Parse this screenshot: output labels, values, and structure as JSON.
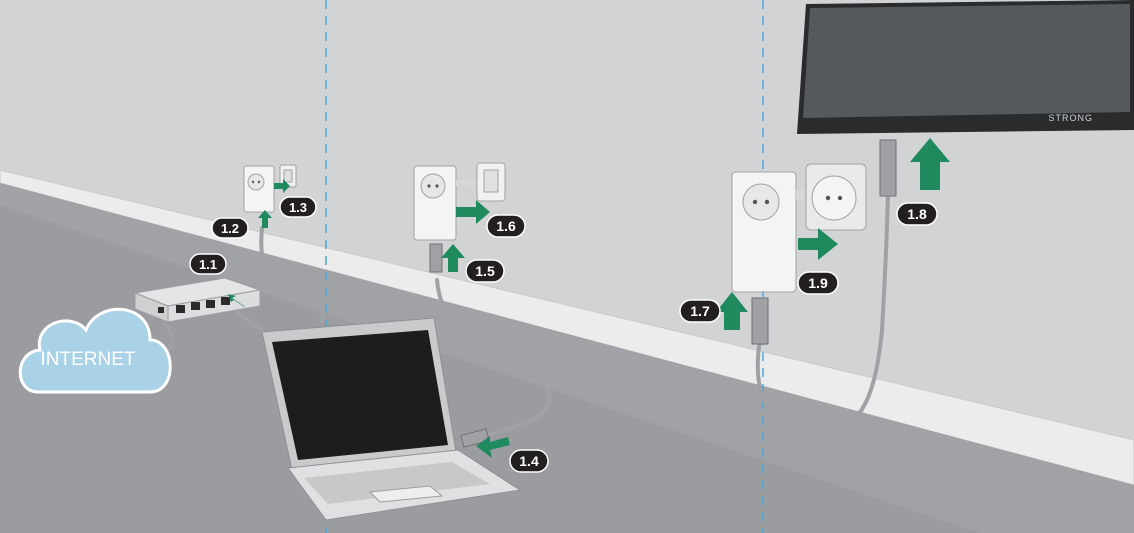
{
  "cloud": {
    "label": "INTERNET"
  },
  "tv": {
    "brand": "STRONG"
  },
  "steps": {
    "s1_1": "1.1",
    "s1_2": "1.2",
    "s1_3": "1.3",
    "s1_4": "1.4",
    "s1_5": "1.5",
    "s1_6": "1.6",
    "s1_7": "1.7",
    "s1_8": "1.8",
    "s1_9": "1.9"
  },
  "colors": {
    "arrow": "#1e8a5e",
    "badge": "#231f20",
    "divider": "#4aa8dc",
    "cloud": "#a9d2e6",
    "wall": "#d2d3d5",
    "floor": "#9a9c9f",
    "skirting": "#ececed"
  }
}
